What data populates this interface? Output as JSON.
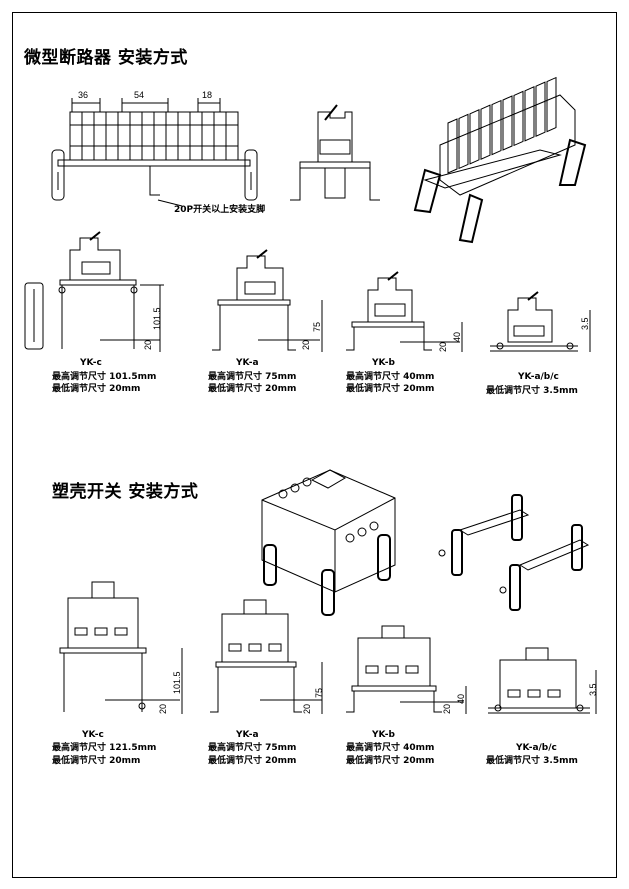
{
  "section1": {
    "title": "微型断路器  安装方式",
    "dims_top": [
      "36",
      "54",
      "18"
    ],
    "bracket_note": "20P开关以上安装支脚",
    "variants": [
      {
        "name": "YK-c",
        "max": "最高调节尺寸  101.5mm",
        "min": "最低调节尺寸  20mm",
        "dim_high": "101.5",
        "dim_low": "20"
      },
      {
        "name": "YK-a",
        "max": "最高调节尺寸  75mm",
        "min": "最低调节尺寸  20mm",
        "dim_high": "75",
        "dim_low": "20"
      },
      {
        "name": "YK-b",
        "max": "最高调节尺寸  40mm",
        "min": "最低调节尺寸  20mm",
        "dim_high": "40",
        "dim_low": "20"
      },
      {
        "name": "YK-a/b/c",
        "max": "",
        "min": "最低调节尺寸  3.5mm",
        "dim_high": "3.5",
        "dim_low": ""
      }
    ]
  },
  "section2": {
    "title": "塑壳开关  安装方式",
    "variants": [
      {
        "name": "YK-c",
        "max": "最高调节尺寸  121.5mm",
        "min": "最低调节尺寸  20mm",
        "dim_high": "101.5",
        "dim_low": "20"
      },
      {
        "name": "YK-a",
        "max": "最高调节尺寸  75mm",
        "min": "最低调节尺寸  20mm",
        "dim_high": "75",
        "dim_low": "20"
      },
      {
        "name": "YK-b",
        "max": "最高调节尺寸  40mm",
        "min": "最低调节尺寸  20mm",
        "dim_high": "40",
        "dim_low": "20"
      },
      {
        "name": "YK-a/b/c",
        "max": "",
        "min": "最低调节尺寸  3.5mm",
        "dim_high": "3.5",
        "dim_low": ""
      }
    ]
  }
}
